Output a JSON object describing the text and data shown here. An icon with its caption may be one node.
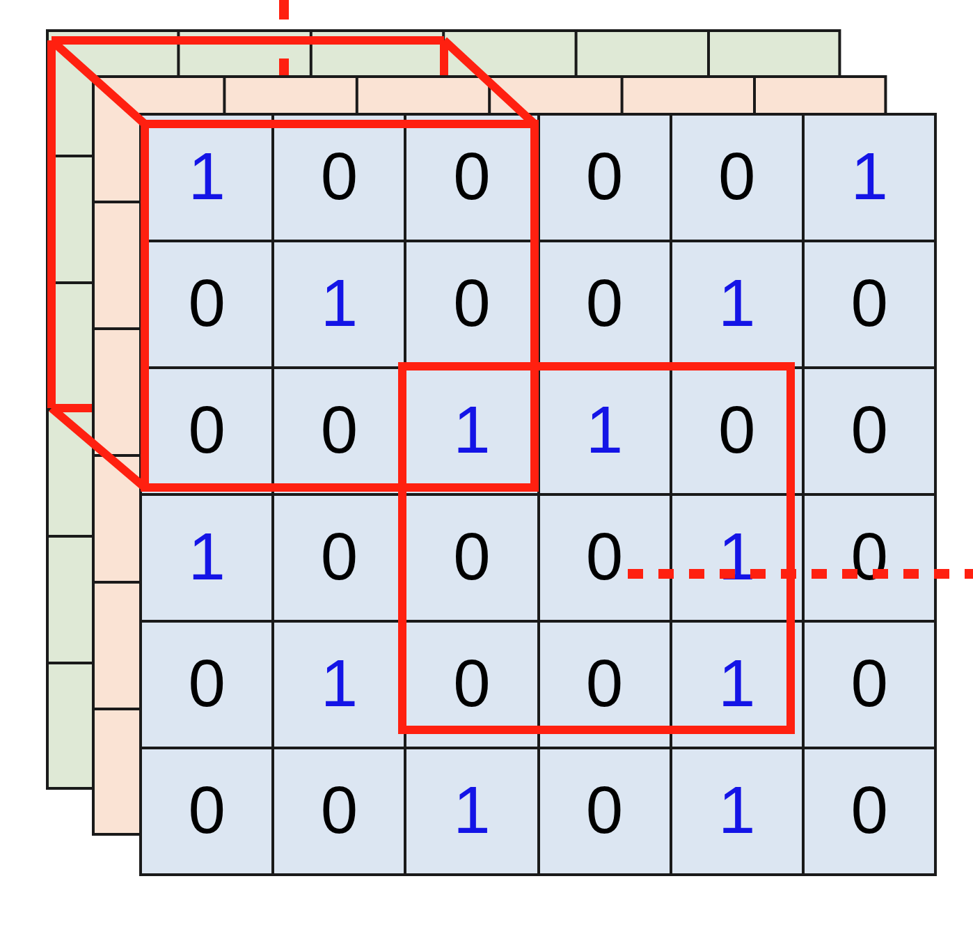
{
  "diagram": {
    "labels": [
      "1",
      "0",
      "0",
      "0",
      "0",
      "1",
      "0",
      "1",
      "0",
      "0",
      "1",
      "0",
      "0",
      "0",
      "1",
      "1",
      "0",
      "0",
      "1",
      "0",
      "0",
      "0",
      "1",
      "0",
      "0",
      "1",
      "0",
      "0",
      "1",
      "0",
      "0",
      "0",
      "1",
      "0",
      "1",
      "0"
    ]
  }
}
